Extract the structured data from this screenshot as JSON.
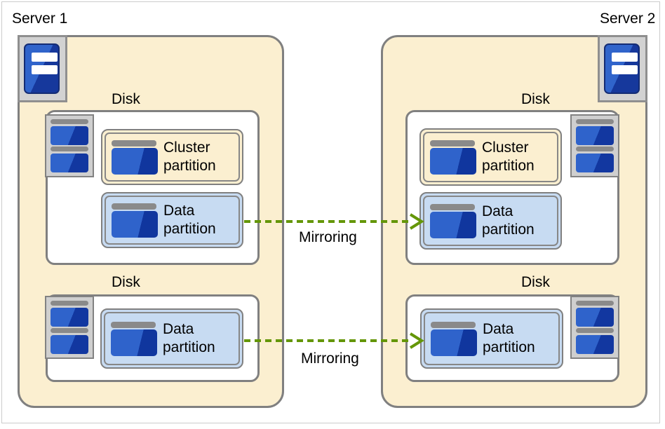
{
  "colors": {
    "server_fill": "#fbefd0",
    "cluster_partition_fill": "#fbefd0",
    "data_partition_fill": "#c7dbf2",
    "box_border_gray": "#808080",
    "arrow_green": "#649608",
    "icon_blue_light": "#2f63cb",
    "icon_blue_dark": "#1237a0"
  },
  "icons": {
    "server": "tower-server-icon",
    "disk": "dual-hard-drive-icon",
    "partition": "drive-icon"
  },
  "servers": [
    {
      "label": "Server 1",
      "disks": [
        {
          "label": "Disk",
          "partitions": [
            {
              "kind": "cluster",
              "name": "Cluster partition"
            },
            {
              "kind": "data",
              "name": "Data partition"
            }
          ]
        },
        {
          "label": "Disk",
          "partitions": [
            {
              "kind": "data",
              "name": "Data partition"
            }
          ]
        }
      ]
    },
    {
      "label": "Server 2",
      "disks": [
        {
          "label": "Disk",
          "partitions": [
            {
              "kind": "cluster",
              "name": "Cluster partition"
            },
            {
              "kind": "data",
              "name": "Data partition"
            }
          ]
        },
        {
          "label": "Disk",
          "partitions": [
            {
              "kind": "data",
              "name": "Data partition"
            }
          ]
        }
      ]
    }
  ],
  "arrows": [
    {
      "label": "Mirroring",
      "direction": "server1-to-server2"
    },
    {
      "label": "Mirroring",
      "direction": "server1-to-server2"
    }
  ]
}
